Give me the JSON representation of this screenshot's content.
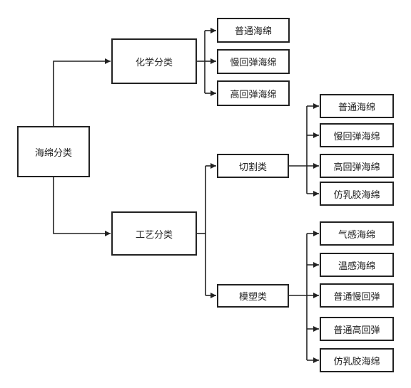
{
  "diagram": {
    "root": "海绵分类",
    "branches": {
      "chemical": {
        "label": "化学分类",
        "children": [
          "普通海绵",
          "慢回弹海绵",
          "高回弹海绵"
        ]
      },
      "process": {
        "label": "工艺分类",
        "groups": {
          "cut": {
            "label": "切割类",
            "children": [
              "普通海绵",
              "慢回弹海绵",
              "高回弹海绵",
              "仿乳胶海绵"
            ]
          },
          "mold": {
            "label": "模塑类",
            "children": [
              "气感海绵",
              "温感海绵",
              "普通慢回弹",
              "普通高回弹",
              "仿乳胶海绵"
            ]
          }
        }
      }
    },
    "colors": {
      "line": "#222222",
      "box_border": "#222222",
      "background": "#ffffff"
    }
  }
}
